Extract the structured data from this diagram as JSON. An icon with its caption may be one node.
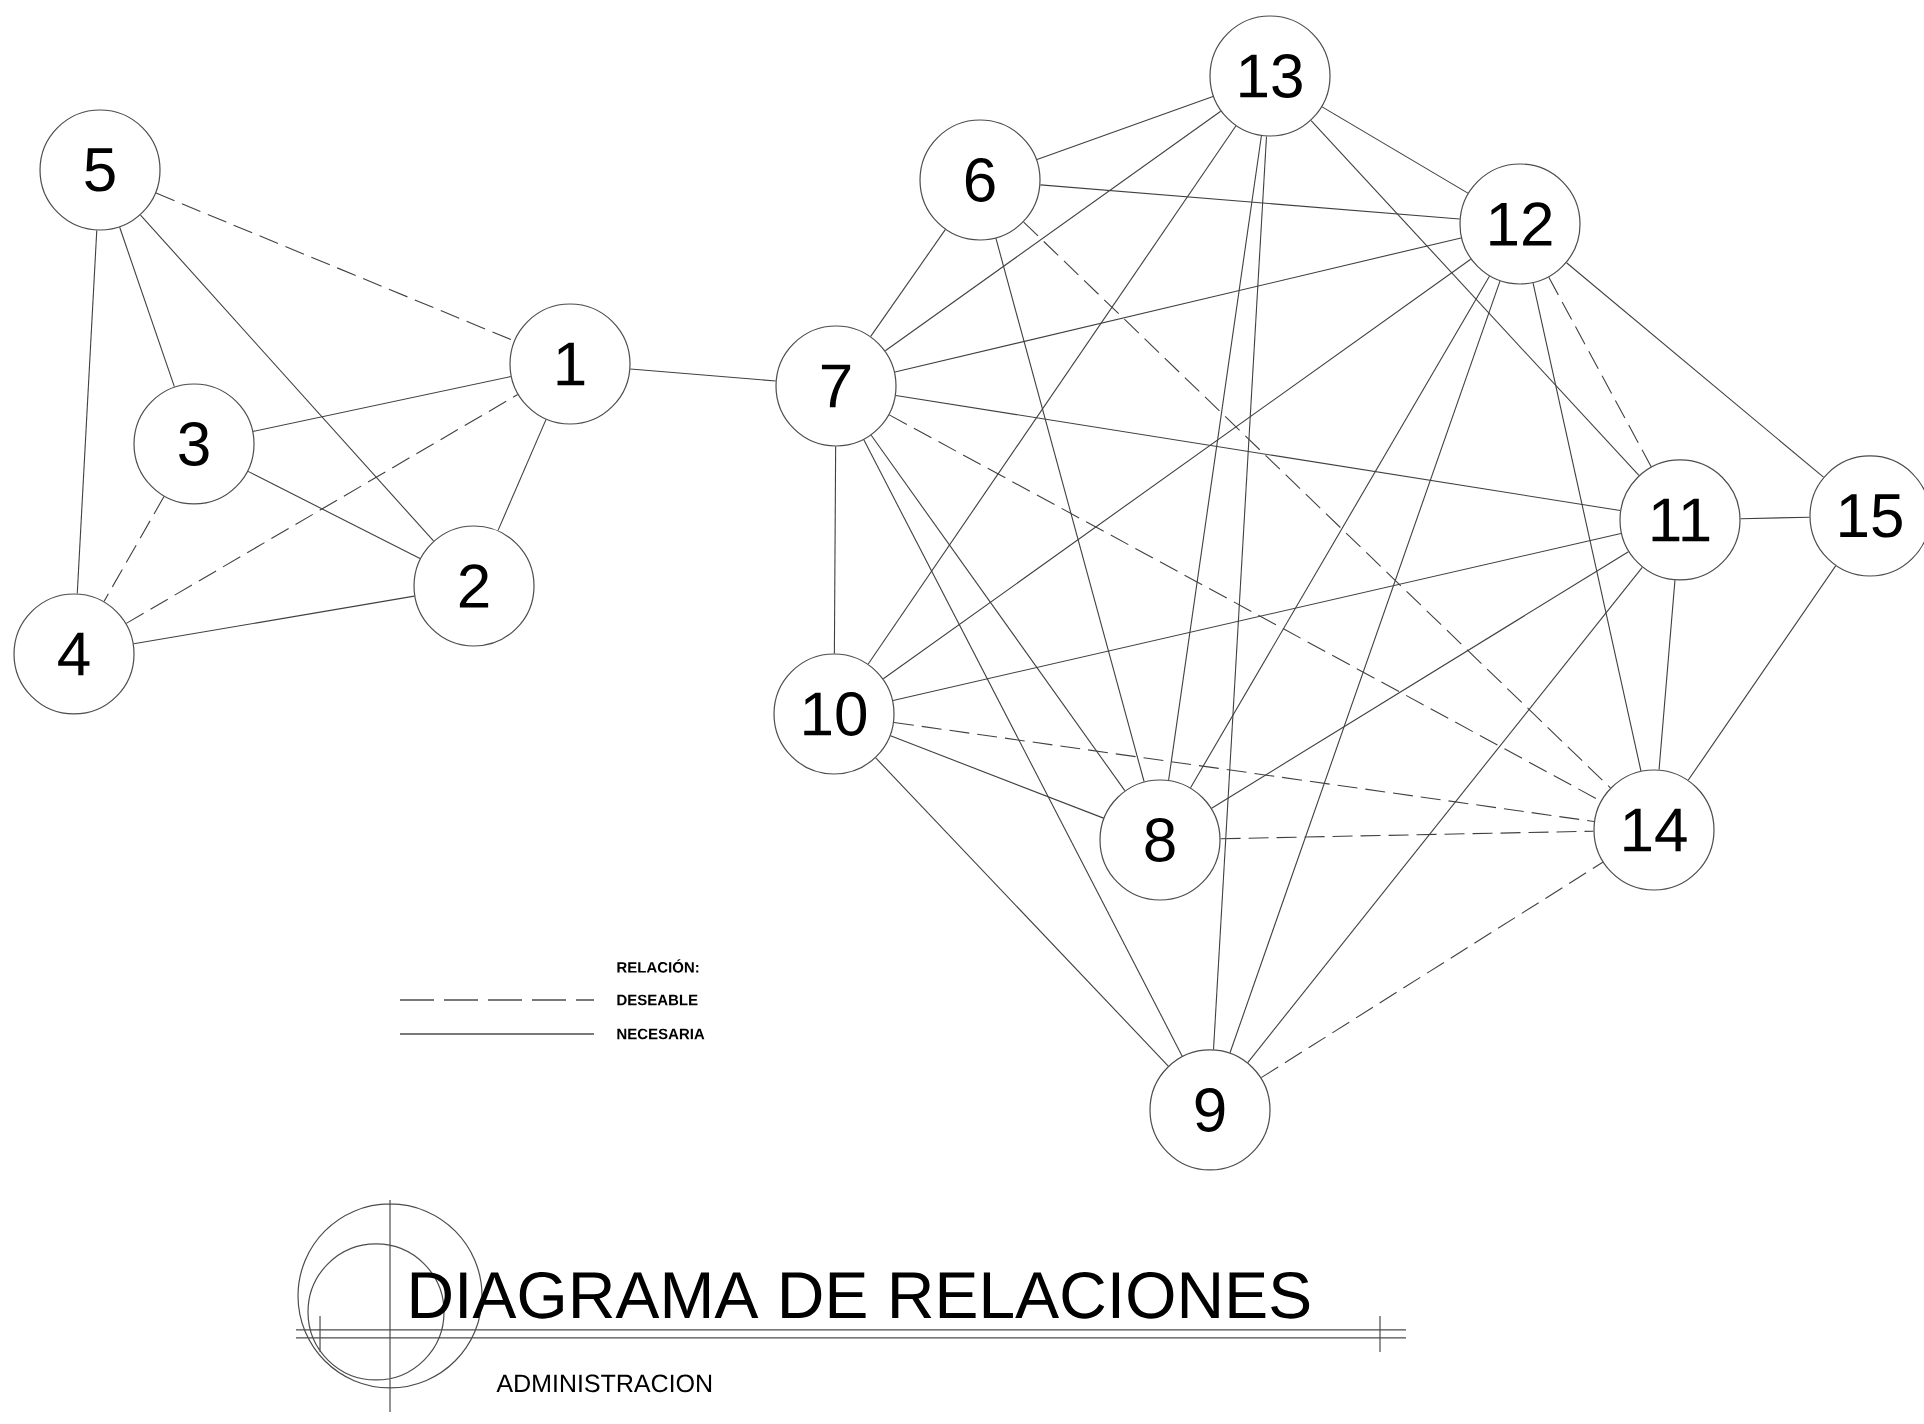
{
  "diagram": {
    "title": "DIAGRAMA DE RELACIONES",
    "nodes": [
      {
        "text": [
          "1"
        ]
      },
      {
        "text": [
          "2"
        ]
      },
      {
        "text": [
          "3"
        ]
      },
      {
        "text": [
          "4"
        ]
      },
      {
        "text": [
          "5"
        ]
      },
      {
        "text": [
          "6"
        ]
      },
      {
        "text": [
          "7"
        ]
      },
      {
        "text": [
          "8"
        ]
      },
      {
        "text": [
          "9"
        ]
      },
      {
        "text": [
          "10"
        ]
      },
      {
        "text": [
          "11"
        ]
      },
      {
        "text": [
          "12"
        ]
      },
      {
        "text": [
          "13"
        ]
      },
      {
        "text": [
          "14"
        ]
      },
      {
        "text": [
          "15"
        ]
      }
    ],
    "edges": [
      {
        "from": 4,
        "to": 0,
        "arrow": "none",
        "style": "dashed"
      },
      {
        "from": 4,
        "to": 2,
        "arrow": "none"
      },
      {
        "from": 4,
        "to": 1,
        "arrow": "none"
      },
      {
        "from": 4,
        "to": 3,
        "arrow": "none"
      },
      {
        "from": 2,
        "to": 0,
        "arrow": "none"
      },
      {
        "from": 2,
        "to": 1,
        "arrow": "none"
      },
      {
        "from": 2,
        "to": 3,
        "arrow": "none",
        "style": "dashed"
      },
      {
        "from": 3,
        "to": 0,
        "arrow": "none",
        "style": "dashed"
      },
      {
        "from": 3,
        "to": 1,
        "arrow": "none"
      },
      {
        "from": 0,
        "to": 1,
        "arrow": "none"
      },
      {
        "from": 0,
        "to": 6,
        "arrow": "none"
      },
      {
        "from": 5,
        "to": 12,
        "arrow": "none"
      },
      {
        "from": 5,
        "to": 11,
        "arrow": "none"
      },
      {
        "from": 5,
        "to": 6,
        "arrow": "none"
      },
      {
        "from": 5,
        "to": 7,
        "arrow": "none"
      },
      {
        "from": 5,
        "to": 13,
        "arrow": "none",
        "style": "dashed"
      },
      {
        "from": 6,
        "to": 12,
        "arrow": "none"
      },
      {
        "from": 6,
        "to": 11,
        "arrow": "none"
      },
      {
        "from": 6,
        "to": 10,
        "arrow": "none"
      },
      {
        "from": 6,
        "to": 13,
        "arrow": "none",
        "style": "dashed"
      },
      {
        "from": 6,
        "to": 9,
        "arrow": "none"
      },
      {
        "from": 6,
        "to": 7,
        "arrow": "none"
      },
      {
        "from": 6,
        "to": 8,
        "arrow": "none"
      },
      {
        "from": 12,
        "to": 9,
        "arrow": "none"
      },
      {
        "from": 12,
        "to": 7,
        "arrow": "none"
      },
      {
        "from": 12,
        "to": 8,
        "arrow": "none"
      },
      {
        "from": 12,
        "to": 11,
        "arrow": "none"
      },
      {
        "from": 12,
        "to": 10,
        "arrow": "none"
      },
      {
        "from": 11,
        "to": 9,
        "arrow": "none"
      },
      {
        "from": 11,
        "to": 7,
        "arrow": "none"
      },
      {
        "from": 11,
        "to": 8,
        "arrow": "none"
      },
      {
        "from": 11,
        "to": 13,
        "arrow": "none"
      },
      {
        "from": 11,
        "to": 10,
        "arrow": "none",
        "style": "dashed"
      },
      {
        "from": 11,
        "to": 14,
        "arrow": "none"
      },
      {
        "from": 10,
        "to": 9,
        "arrow": "none"
      },
      {
        "from": 10,
        "to": 7,
        "arrow": "none"
      },
      {
        "from": 10,
        "to": 8,
        "arrow": "none"
      },
      {
        "from": 10,
        "to": 14,
        "arrow": "none"
      },
      {
        "from": 10,
        "to": 13,
        "arrow": "none"
      },
      {
        "from": 9,
        "to": 13,
        "arrow": "none",
        "style": "dashed"
      },
      {
        "from": 9,
        "to": 7,
        "arrow": "none"
      },
      {
        "from": 9,
        "to": 8,
        "arrow": "none"
      },
      {
        "from": 7,
        "to": 13,
        "arrow": "none",
        "style": "dashed"
      },
      {
        "from": 8,
        "to": 13,
        "arrow": "none",
        "style": "dashed"
      },
      {
        "from": 14,
        "to": 13,
        "arrow": "none"
      }
    ],
    "labels": [
      "RELACIÓN:",
      "ADMINISTRACION"
    ],
    "legend": [
      {
        "text": "DESEABLE"
      },
      {
        "text": "NECESARIA"
      }
    ]
  }
}
